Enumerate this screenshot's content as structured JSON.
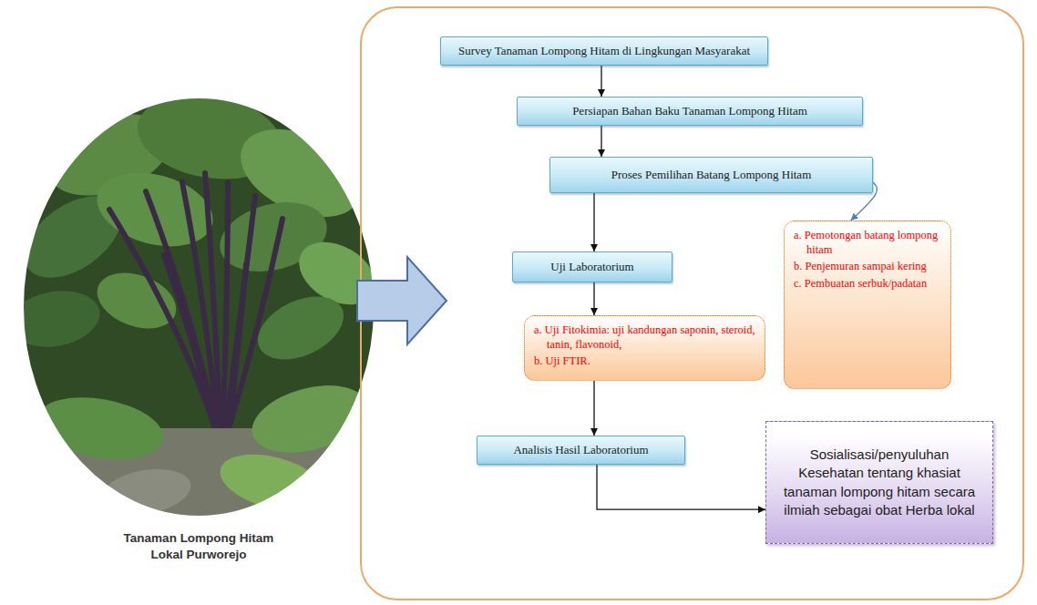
{
  "diagram": {
    "nodes": [
      {
        "text": [
          "Survey Tanaman Lompong Hitam di Lingkungan Masyarakat"
        ]
      },
      {
        "text": [
          "Persiapan Bahan Baku Tanaman Lompong Hitam"
        ]
      },
      {
        "text": [
          "Proses Pemilihan Batang Lompong Hitam"
        ]
      },
      {
        "text": [
          "Uji Laboratorium"
        ]
      },
      {
        "text": [
          "a. Uji Fitokimia: uji kandungan saponin, steroid, tanin, flavonoid,",
          "b. Uji FTIR."
        ]
      },
      {
        "text": [
          "a. Pemotongan batang lompong hitam",
          "b. Penjemuran sampai kering",
          "c. Pembuatan serbuk/padatan"
        ]
      },
      {
        "text": [
          "Analisis Hasil Laboratorium"
        ]
      },
      {
        "text": [
          "Sosialisasi/penyuluhan Kesehatan tentang khasiat tanaman lompong hitam secara ilmiah sebagai obat Herba lokal"
        ]
      }
    ],
    "edges": [
      {
        "from": 0,
        "to": 1,
        "arrow": "to"
      },
      {
        "from": 1,
        "to": 2,
        "arrow": "to"
      },
      {
        "from": 2,
        "to": 3,
        "arrow": "to"
      },
      {
        "from": 2,
        "to": 5,
        "arrow": "to"
      },
      {
        "from": 3,
        "to": 4,
        "arrow": "to"
      },
      {
        "from": 4,
        "to": 6,
        "arrow": "to"
      },
      {
        "from": 6,
        "to": 7,
        "arrow": "to"
      }
    ],
    "labels": [
      "Tanaman Lompong Hitam Lokal Purworejo"
    ]
  }
}
